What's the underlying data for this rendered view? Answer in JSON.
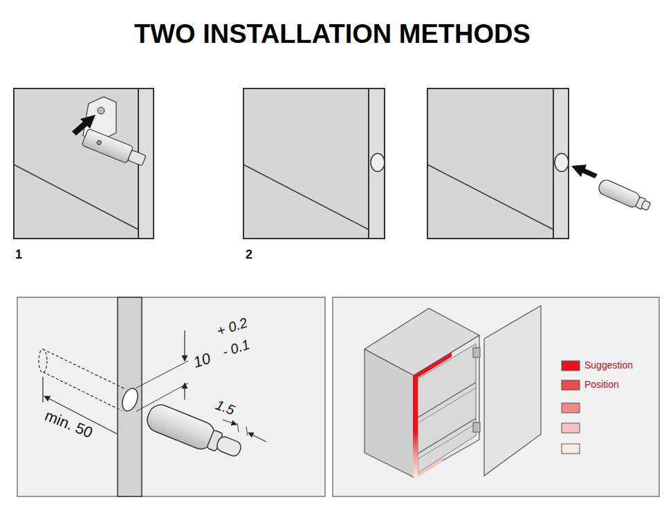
{
  "diagram": {
    "title": "TWO INSTALLATION METHODS",
    "labels": [
      "1",
      "2",
      "10",
      "+ 0.2",
      "- 0.1",
      "1.5",
      "min. 50"
    ],
    "legend": [
      {
        "text": "Suggestion",
        "color": "#e8141c"
      },
      {
        "text": "Position",
        "color": "#ea4a50"
      }
    ]
  }
}
